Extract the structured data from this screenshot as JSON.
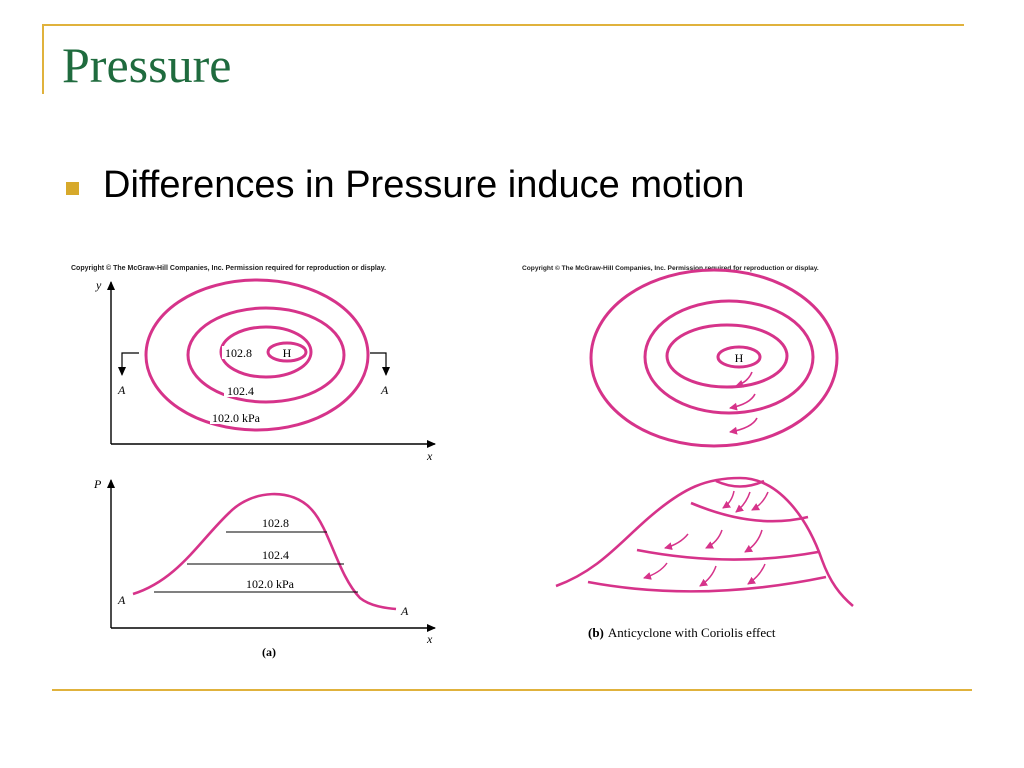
{
  "slide": {
    "title": "Pressure",
    "bullet": "Differences in Pressure induce motion"
  },
  "figure": {
    "copyright_left": "Copyright © The McGraw-Hill Companies, Inc. Permission required for reproduction or display.",
    "copyright_right": "Copyright © The McGraw-Hill Companies, Inc. Permission required for reproduction or display.",
    "panel_a": {
      "y_axis": "y",
      "x_axis": "x",
      "p_axis": "P",
      "high_label": "H",
      "iso_inner": "102.8",
      "iso_mid": "102.4",
      "iso_outer": "102.0 kPa",
      "section_left": "A",
      "section_right": "A",
      "profile_top": "102.8",
      "profile_mid": "102.4",
      "profile_bottom": "102.0 kPa",
      "profile_left": "A",
      "profile_right": "A",
      "caption": "(a)"
    },
    "panel_b": {
      "high_label": "H",
      "caption_bold": "(b)",
      "caption_text": "Anticyclone with Coriolis effect"
    },
    "colors": {
      "isobar": "#d6338a",
      "axis": "#000000",
      "title": "#1f6b3e",
      "accent": "#e0b23c"
    }
  }
}
